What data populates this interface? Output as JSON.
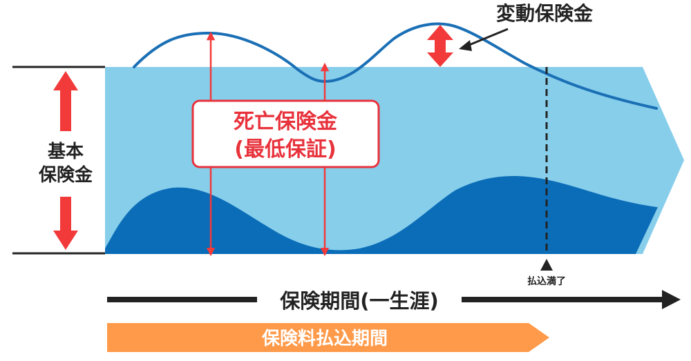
{
  "variable_insurance_label": "変動保険金",
  "basic_insurance_label_lines": [
    "基本",
    "保険金"
  ],
  "death_benefit_lines": [
    "死亡保険金",
    "(最低保証)"
  ],
  "paid_up_label": "払込満了",
  "insurance_period_label": "保険期間(一生涯)",
  "premium_period_label": "保険料払込期間",
  "colors": {
    "light_blue_band": "#87CEEB",
    "dark_blue_area": "#0B6DB8",
    "variable_curve": "#1A6FB5",
    "red_arrow": "#F23A3A",
    "red_box_border": "#E8323C",
    "black": "#222222",
    "orange_bar": "#FF9A4A",
    "white": "#FFFFFF"
  }
}
